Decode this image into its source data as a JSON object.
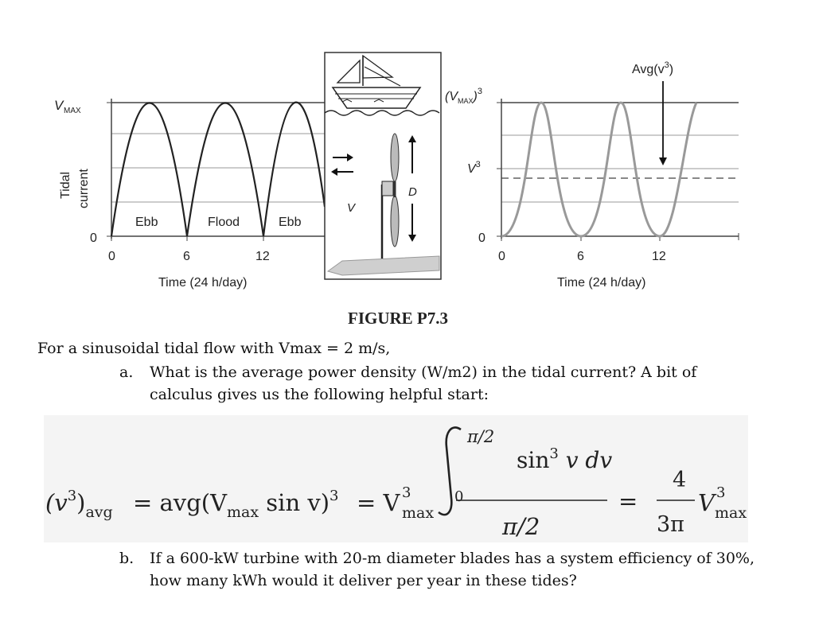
{
  "figure": {
    "left_chart": {
      "y_axis_title_lines": [
        "Tidal",
        "current"
      ],
      "vmax_label": "V",
      "vmax_sub": "MAX",
      "zero_label": "0",
      "x_ticks": [
        "0",
        "6",
        "12"
      ],
      "xlabel": "Time (24 h/day)",
      "phase_labels": [
        "Ebb",
        "Flood",
        "Ebb"
      ]
    },
    "middle": {
      "v_label": "V",
      "d_label": "D"
    },
    "right_chart": {
      "vmax3_label": "(V",
      "vmax3_sub": "MAX",
      "vmax3_close": ")",
      "vmax3_sup": "3",
      "v3_label": "V",
      "v3_sup": "3",
      "zero_label": "0",
      "x_ticks": [
        "0",
        "6",
        "12"
      ],
      "xlabel": "Time (24 h/day)",
      "avg_label": "Avg(v",
      "avg_sup": "3",
      "avg_close": ")"
    },
    "caption": "FIGURE P7.3"
  },
  "problem": {
    "intro": "For a sinusoidal tidal flow with Vmax = 2 m/s,",
    "a_label": "a.",
    "a_text": "What is the average power density (W/m2) in the tidal current? A bit of calculus gives us the following helpful start:",
    "b_label": "b.",
    "b_text": "If a 600-kW turbine with 20-m diameter blades has a system efficiency of 30%, how many kWh would it deliver per year in these tides?"
  },
  "equation": {
    "lhs_v": "(v",
    "lhs_sup": "3",
    "lhs_close": ")",
    "lhs_sub": "avg",
    "eq1": "= avg(V",
    "max1": "max",
    "sinv": " sin v)",
    "sup1": "3",
    "eq2": "= V",
    "sup2": "3",
    "max2": "max",
    "upper_limit": "π/2",
    "lower_limit": "0",
    "integrand": "sin",
    "integrand_sup": "3",
    "integrand_rest": " v dv",
    "denominator": "π/2",
    "eq3": "=",
    "frac_num": "4",
    "frac_den": "3π",
    "v_final": "V",
    "sup3": "3",
    "max3": "max"
  }
}
